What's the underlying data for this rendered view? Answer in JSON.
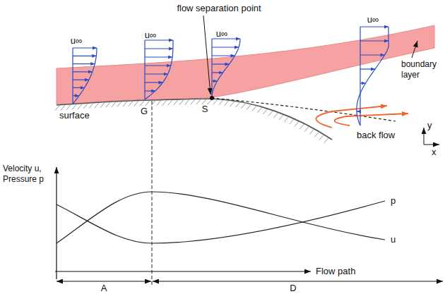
{
  "diagram": {
    "labels": [
      "flow separation point",
      "u∞",
      "u∞",
      "u∞",
      "u∞",
      "boundary layer",
      "surface",
      "G",
      "S",
      "back flow",
      "y",
      "x",
      "Velocity u, Pressure p",
      "p",
      "u",
      "Flow path",
      "A",
      "D"
    ]
  }
}
